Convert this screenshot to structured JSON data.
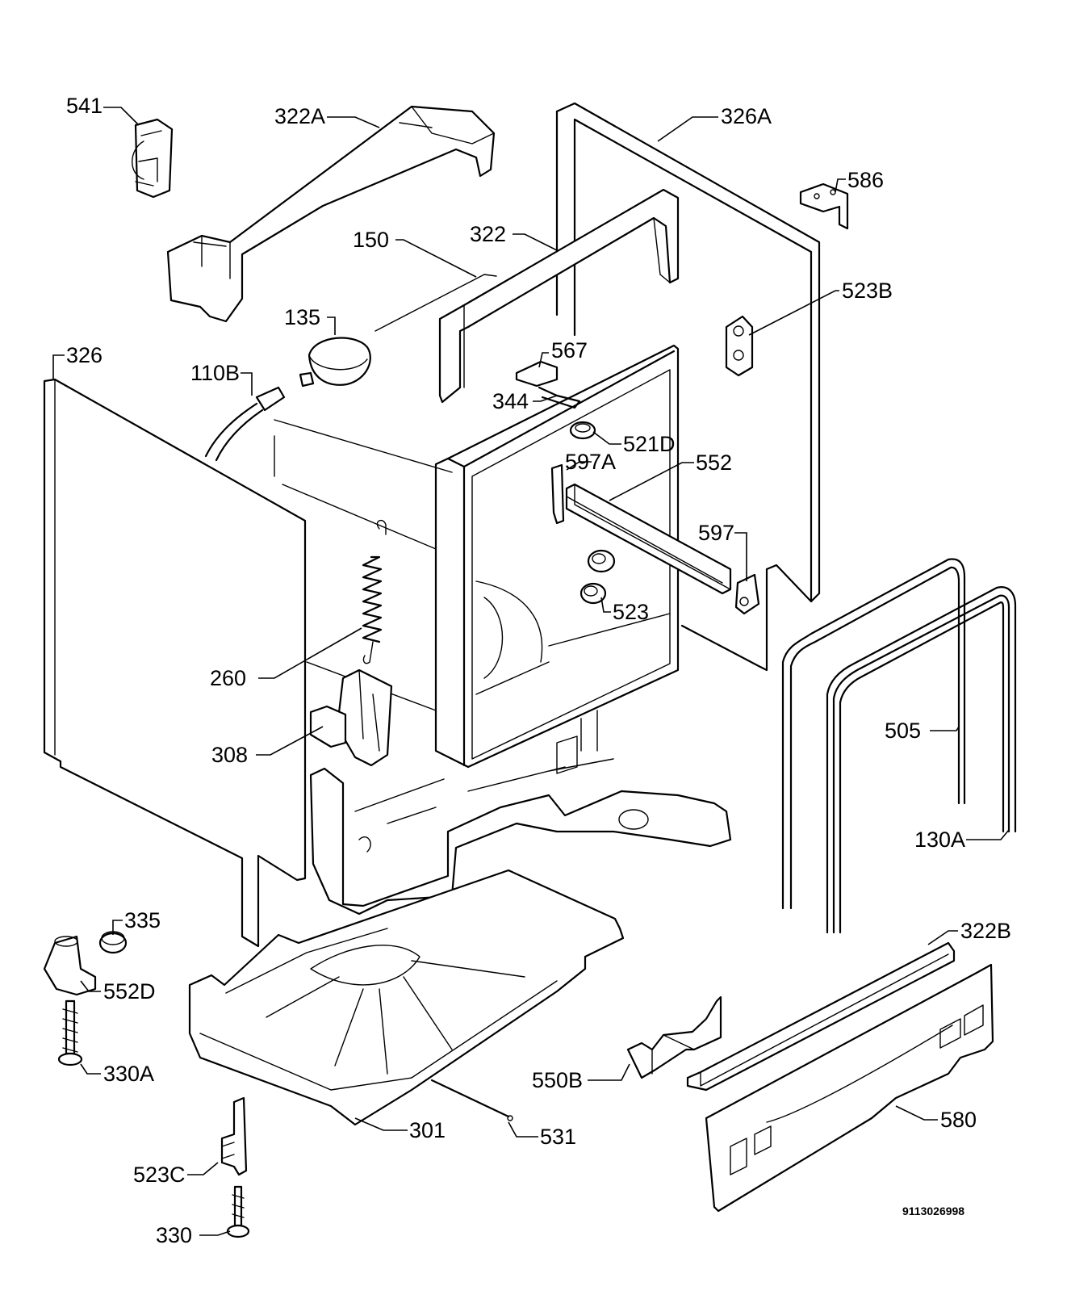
{
  "labels": {
    "p541": "541",
    "p322a": "322A",
    "p326a": "326A",
    "p586": "586",
    "p150": "150",
    "p322": "322",
    "p523b": "523B",
    "p135": "135",
    "p326": "326",
    "p110b": "110B",
    "p567": "567",
    "p344": "344",
    "p521d": "521D",
    "p597a": "597A",
    "p552": "552",
    "p597": "597",
    "p523": "523",
    "p260": "260",
    "p308": "308",
    "p505": "505",
    "p130a": "130A",
    "p335": "335",
    "p552d": "552D",
    "p330a": "330A",
    "p322b": "322B",
    "p550b": "550B",
    "p580": "580",
    "p301": "301",
    "p531": "531",
    "p523c": "523C",
    "p330": "330"
  },
  "drawing_code": "9113026998"
}
